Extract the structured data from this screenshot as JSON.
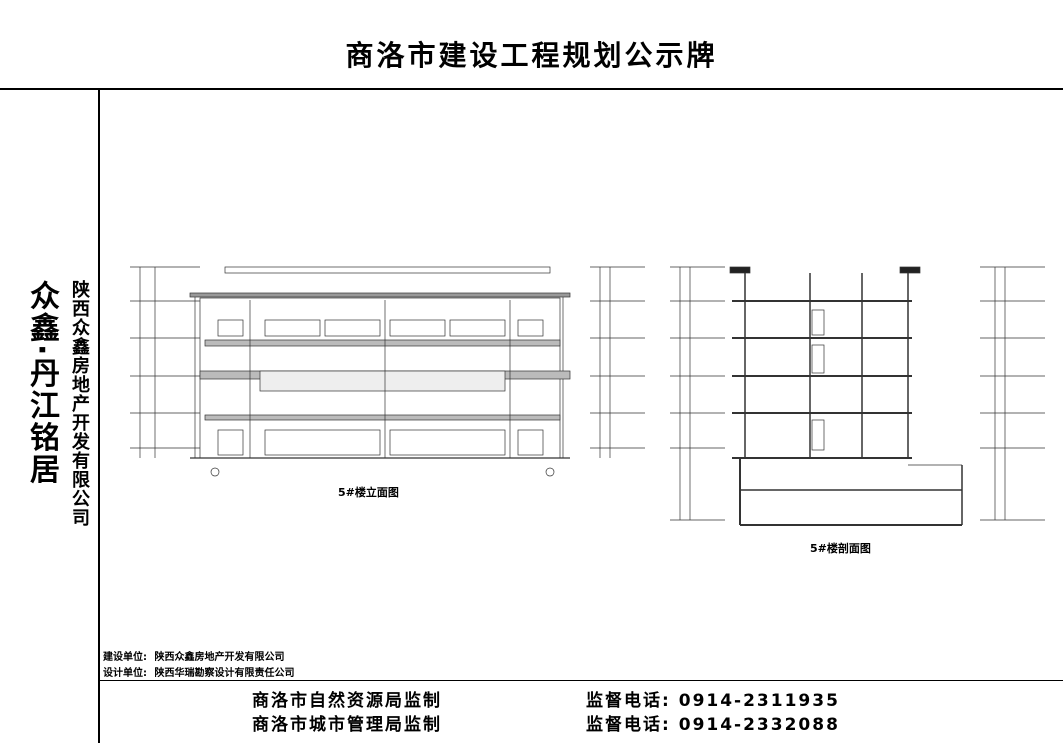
{
  "header": {
    "title": "商洛市建设工程规划公示牌"
  },
  "project": {
    "name": "众鑫·丹江铭居",
    "company": "陕西众鑫房地产开发有限公司"
  },
  "drawings": {
    "elevation_caption": "5#楼立面图",
    "section_caption": "5#楼剖面图"
  },
  "info": {
    "builder_label": "建设单位:",
    "builder_value": "陕西众鑫房地产开发有限公司",
    "designer_label": "设计单位:",
    "designer_value": "陕西华瑞勘察设计有限责任公司"
  },
  "footer": {
    "row1_org": "商洛市自然资源局监制",
    "row1_phone_label": "监督电话:",
    "row1_phone": "0914-2311935",
    "row2_org": "商洛市城市管理局监制",
    "row2_phone_label": "监督电话:",
    "row2_phone": "0914-2332088"
  }
}
